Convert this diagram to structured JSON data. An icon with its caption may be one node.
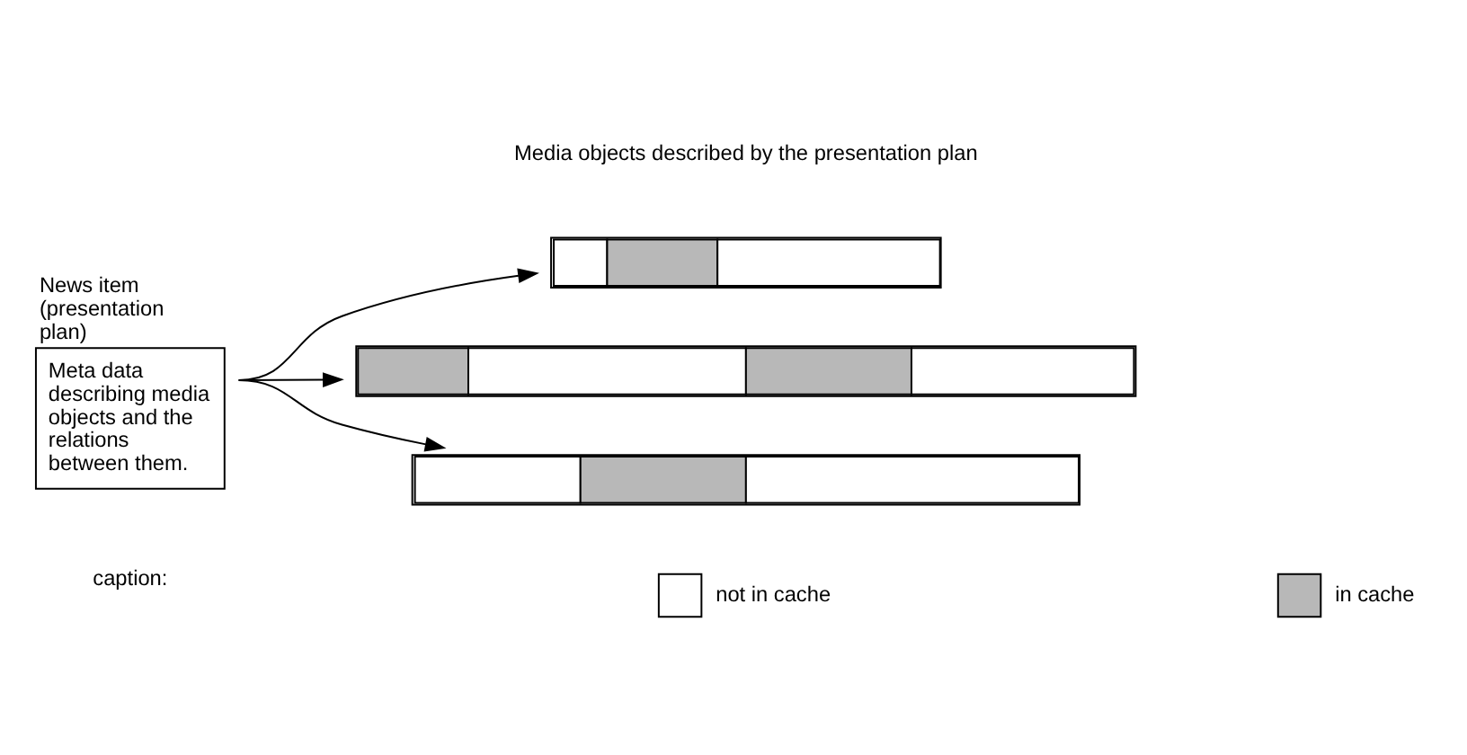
{
  "diagram": {
    "nodes": [
      {
        "text": [
          "News item (presentation plan)",
          "Meta data describing media objects and the relations between them."
        ]
      },
      {
        "text": [],
        "shape": "bar"
      },
      {
        "text": [],
        "shape": "bar"
      },
      {
        "text": [],
        "shape": "bar"
      }
    ],
    "edges": [
      {
        "from": 0,
        "to": 1,
        "arrow": "to"
      },
      {
        "from": 0,
        "to": 2,
        "arrow": "to"
      },
      {
        "from": 0,
        "to": 3,
        "arrow": "to"
      }
    ],
    "labels": [
      "Media objects described by the presentation plan",
      "caption:"
    ],
    "legend": [
      {
        "text": "not in cache",
        "color": "#ffffff"
      },
      {
        "text": "in cache"
      }
    ]
  }
}
